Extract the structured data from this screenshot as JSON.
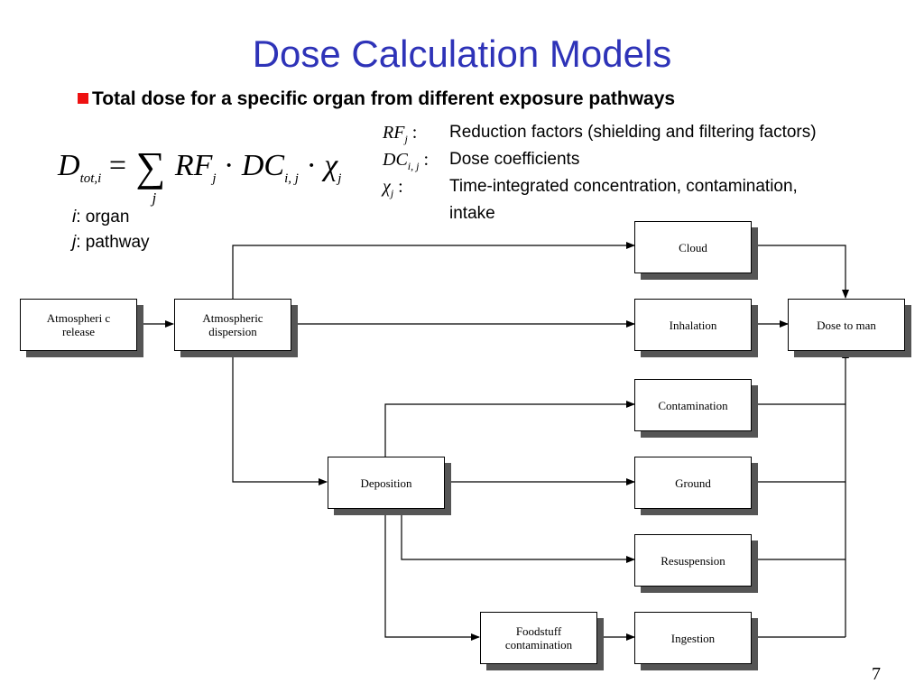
{
  "title": "Dose Calculation Models",
  "subtitle": "Total dose for a specific organ from different exposure pathways",
  "formula": {
    "lhs": "D",
    "lhs_sub": "tot,i",
    "equals": "=",
    "sum_symbol": "∑",
    "sum_index": "j",
    "rf": "RF",
    "rf_sub": "j",
    "dot": "·",
    "dc": "DC",
    "dc_sub": "i, j",
    "chi": "χ",
    "chi_sub": "j"
  },
  "definitions": [
    {
      "symbol": "RF",
      "sub": "j",
      "colon": " :",
      "text": "Reduction factors (shielding and filtering factors)"
    },
    {
      "symbol": "DC",
      "sub": "i, j",
      "colon": " :",
      "text": "Dose coefficients"
    },
    {
      "symbol": "χ",
      "sub": "j",
      "colon": " :",
      "text": "Time-integrated concentration, contamination,"
    },
    {
      "text": "intake"
    }
  ],
  "legend": [
    {
      "var": "i",
      "text": ": organ"
    },
    {
      "var": "j",
      "text": ": pathway"
    }
  ],
  "boxes": {
    "atmospheric_release": "Atmospheri c release",
    "atmospheric_dispersion": "Atmospheric dispersion",
    "cloud": "Cloud",
    "inhalation": "Inhalation",
    "dose_to_man": "Dose to man",
    "contamination": "Contamination",
    "deposition": "Deposition",
    "ground": "Ground",
    "resuspension": "Resuspension",
    "foodstuff": "Foodstuff contamination",
    "ingestion": "Ingestion"
  },
  "page_number": "7",
  "colors": {
    "title": "#2e33b8",
    "bullet": "#ee1111",
    "shadow": "#555555"
  }
}
